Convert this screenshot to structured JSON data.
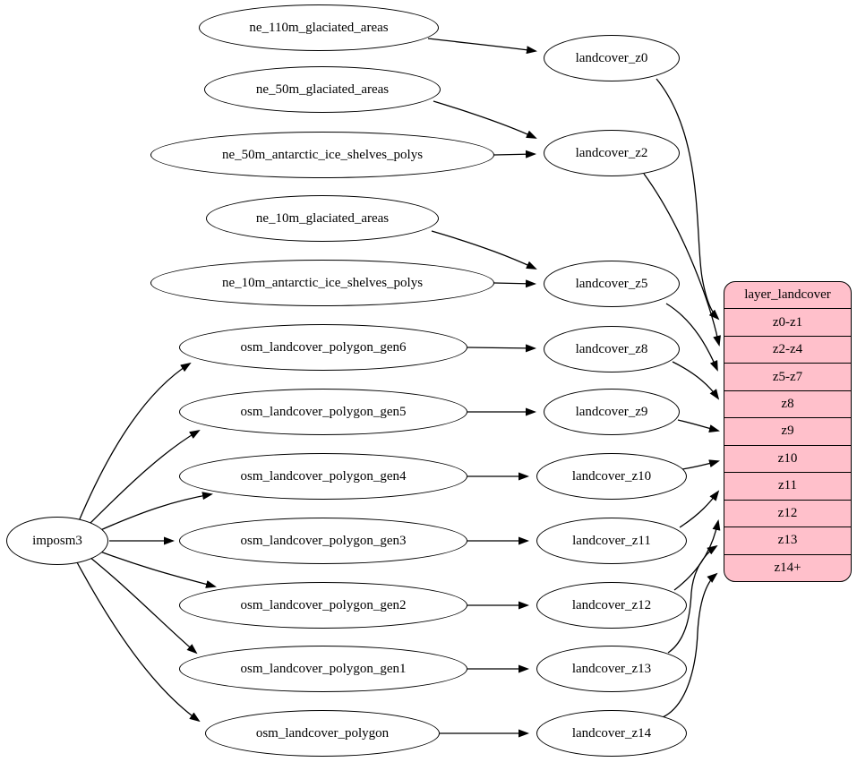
{
  "diagram": {
    "type": "data-flow-graph",
    "importer": "imposm3",
    "sources": [
      "ne_110m_glaciated_areas",
      "ne_50m_glaciated_areas",
      "ne_50m_antarctic_ice_shelves_polys",
      "ne_10m_glaciated_areas",
      "ne_10m_antarctic_ice_shelves_polys",
      "osm_landcover_polygon_gen6",
      "osm_landcover_polygon_gen5",
      "osm_landcover_polygon_gen4",
      "osm_landcover_polygon_gen3",
      "osm_landcover_polygon_gen2",
      "osm_landcover_polygon_gen1",
      "osm_landcover_polygon"
    ],
    "generalized_tables": [
      "landcover_z0",
      "landcover_z2",
      "landcover_z5",
      "landcover_z8",
      "landcover_z9",
      "landcover_z10",
      "landcover_z11",
      "landcover_z12",
      "landcover_z13",
      "landcover_z14"
    ],
    "layer_table": {
      "title": "layer_landcover",
      "rows": [
        "z0-z1",
        "z2-z4",
        "z5-z7",
        "z8",
        "z9",
        "z10",
        "z11",
        "z12",
        "z13",
        "z14+"
      ]
    },
    "edges": [
      [
        "imposm3",
        "osm_landcover_polygon_gen6"
      ],
      [
        "imposm3",
        "osm_landcover_polygon_gen5"
      ],
      [
        "imposm3",
        "osm_landcover_polygon_gen4"
      ],
      [
        "imposm3",
        "osm_landcover_polygon_gen3"
      ],
      [
        "imposm3",
        "osm_landcover_polygon_gen2"
      ],
      [
        "imposm3",
        "osm_landcover_polygon_gen1"
      ],
      [
        "imposm3",
        "osm_landcover_polygon"
      ],
      [
        "ne_110m_glaciated_areas",
        "landcover_z0"
      ],
      [
        "ne_50m_glaciated_areas",
        "landcover_z2"
      ],
      [
        "ne_50m_antarctic_ice_shelves_polys",
        "landcover_z2"
      ],
      [
        "ne_10m_glaciated_areas",
        "landcover_z5"
      ],
      [
        "ne_10m_antarctic_ice_shelves_polys",
        "landcover_z5"
      ],
      [
        "osm_landcover_polygon_gen6",
        "landcover_z8"
      ],
      [
        "osm_landcover_polygon_gen5",
        "landcover_z9"
      ],
      [
        "osm_landcover_polygon_gen4",
        "landcover_z10"
      ],
      [
        "osm_landcover_polygon_gen3",
        "landcover_z11"
      ],
      [
        "osm_landcover_polygon_gen2",
        "landcover_z12"
      ],
      [
        "osm_landcover_polygon_gen1",
        "landcover_z13"
      ],
      [
        "osm_landcover_polygon",
        "landcover_z14"
      ],
      [
        "landcover_z0",
        "z0-z1"
      ],
      [
        "landcover_z2",
        "z2-z4"
      ],
      [
        "landcover_z5",
        "z5-z7"
      ],
      [
        "landcover_z8",
        "z8"
      ],
      [
        "landcover_z9",
        "z9"
      ],
      [
        "landcover_z10",
        "z10"
      ],
      [
        "landcover_z11",
        "z11"
      ],
      [
        "landcover_z12",
        "z12"
      ],
      [
        "landcover_z13",
        "z13"
      ],
      [
        "landcover_z14",
        "z14+"
      ]
    ],
    "colors": {
      "background": "#ffffff",
      "node_fill": "#ffffff",
      "node_stroke": "#000000",
      "layer_table_fill": "#ffc0cb",
      "edge": "#000000"
    }
  }
}
